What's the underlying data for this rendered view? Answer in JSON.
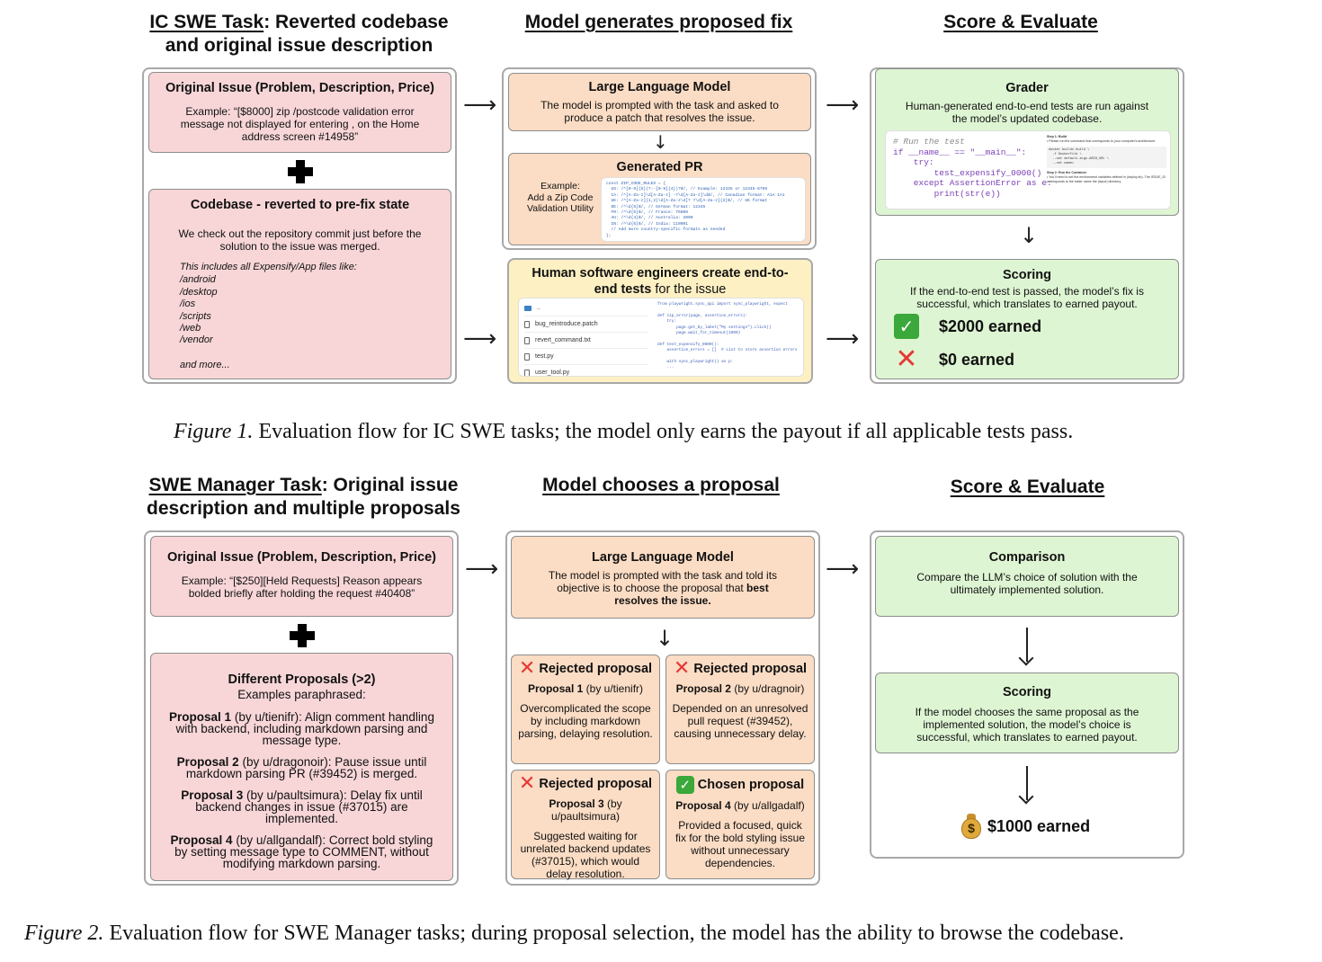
{
  "fig1": {
    "col1_header": {
      "underlined": "IC SWE Task",
      "rest": ": Reverted codebase",
      "line2": "and original issue description"
    },
    "col2_header": "Model generates proposed fix",
    "col3_header": "Score & Evaluate",
    "issue": {
      "title": "Original Issue (Problem, Description, Price)",
      "text": "Example: “[$8000] zip /postcode validation error message not displayed for entering , on the Home address screen #14958”"
    },
    "codebase": {
      "title": "Codebase - reverted to pre-fix state",
      "text": "We check out the repository commit just before the solution to the issue was merged.",
      "files_intro": "This includes all Expensify/App files like:",
      "files": [
        "/android",
        "/desktop",
        "/ios",
        "/scripts",
        "/web",
        "/vendor"
      ],
      "more": "and more..."
    },
    "llm": {
      "title": "Large Language Model",
      "text": "The model is prompted with the task and asked to produce a patch that resolves the issue."
    },
    "pr": {
      "title": "Generated PR",
      "example": "Example:",
      "example_text": "Add a Zip Code Validation Utility",
      "code": [
        "const ZIP_CODE_RULES = {",
        "  US: /^[0-9]{5}(?:-[0-9]{4})?$/, // Example: 12345 or 12345-6789",
        "  CA: /^[A-Za-z]\\d[A-Za-z] -?\\d[A-Za-z]\\d$/, // Canadian format: A1A 1A1",
        "  UK: /^[A-Za-z]{1,2}\\d[A-Za-z\\d]? ?\\d[A-Za-z]{2}$/, // UK format",
        "  DE: /^\\d{5}$/, // German format: 12345",
        "  FR: /^\\d{5}$/, // France: 75008",
        "  AU: /^\\d{4}$/, // Australia: 2000",
        "  IN: /^\\d{6}$/, // India: 110001",
        "  // Add more country-specific formats as needed",
        "};"
      ]
    },
    "human": {
      "title_bold": "Human software engineers create end-to-end tests",
      "title_rest": " for the issue",
      "files": [
        "..",
        "bug_reintroduce.patch",
        "revert_command.txt",
        "test.py",
        "user_tool.py"
      ],
      "code": [
        "from playwright.sync_api import sync_playwright, expect",
        "",
        "def zip_error(page, assertion_errors):",
        "    try:",
        "        page.get_by_label(\"My settings\").click()",
        "        page.wait_for_timeout(1000)",
        "",
        "def test_expensify_0000():",
        "    assertion_errors = []  # List to store assertion errors",
        "",
        "    with sync_playwright() as p:",
        "    ..."
      ]
    },
    "grader": {
      "title": "Grader",
      "text": "Human-generated end-to-end tests are run against the model’s updated codebase.",
      "code": [
        "# Run the test",
        "if __name__ == \"__main__\":",
        "    try:",
        "        test_expensify_0000()",
        "    except AssertionError as e:",
        "        print(str(e))"
      ],
      "side_step1": "Step 1: Build",
      "side_step1_text": "• Please run the command that corresponds to your computer's architecture.",
      "side_cmd": "docker buildx build \\\n  -f Dockerfile \\\n  --set default.args.ARCH_URL \\\n  --set name=",
      "side_step2": "Step 2: Run the Container",
      "side_step2_text": "• You'll need to set the environment variables defined in (deploy.sh). The ISSUE_ID corresponds to the folder name the (issue) directory."
    },
    "scoring": {
      "title": "Scoring",
      "text": "If the end-to-end test is passed, the model’s fix is successful, which translates to earned payout.",
      "earned": "$2000 earned",
      "zero": "$0 earned"
    },
    "caption_label": "Figure 1.",
    "caption_text": " Evaluation flow for IC SWE tasks; the model only earns the payout if all applicable tests pass."
  },
  "fig2": {
    "col1_header": {
      "underlined": "SWE Manager Task",
      "rest": ": Original issue",
      "line2": "description and multiple proposals"
    },
    "col2_header": "Model chooses a proposal",
    "col3_header": "Score & Evaluate",
    "issue": {
      "title": "Original Issue (Problem, Description, Price)",
      "text": "Example: “[$250][Held Requests] Reason appears bolded briefly after holding the request #40408”"
    },
    "proposals_box": {
      "title": "Different Proposals (>2)",
      "subtitle": "Examples paraphrased:",
      "items": [
        {
          "label": "Proposal 1",
          "author": " (by u/tienifr)",
          "text": ":  Align comment handling with backend, including markdown parsing and message type."
        },
        {
          "label": "Proposal 2",
          "author": " (by u/dragonoir)",
          "text": ": Pause issue until markdown parsing PR (#39452) is merged."
        },
        {
          "label": "Proposal 3",
          "author": " (by u/paultsimura)",
          "text": ": Delay fix until backend changes in issue (#37015) are implemented."
        },
        {
          "label": "Proposal 4",
          "author": " (by u/allgandalf)",
          "text": ": Correct bold styling by setting message type to COMMENT, without modifying markdown parsing."
        }
      ]
    },
    "llm": {
      "title": "Large Language Model",
      "text": "The model is prompted with the task and told its objective is to choose the proposal that ",
      "text_bold": "best resolves the issue."
    },
    "cards": [
      {
        "status": "Rejected proposal",
        "label": "Proposal 1",
        "author": " (by u/tienifr)",
        "text": "Overcomplicated the scope by including markdown parsing, delaying resolution."
      },
      {
        "status": "Rejected proposal",
        "label": "Proposal 2",
        "author": " (by u/dragnoir)",
        "text": "Depended on an unresolved pull request (#39452), causing unnecessary delay."
      },
      {
        "status": "Rejected proposal",
        "label": "Proposal 3",
        "author": " (by u/paultsimura)",
        "text": "Suggested waiting for unrelated backend updates (#37015), which would delay resolution."
      },
      {
        "status": "Chosen proposal",
        "label": "Proposal 4",
        "author": " (by u/allgadalf)",
        "text": "Provided a focused, quick fix for the bold styling issue without unnecessary dependencies."
      }
    ],
    "comparison": {
      "title": "Comparison",
      "text": "Compare the LLM’s choice of solution with the ultimately implemented solution."
    },
    "scoring": {
      "title": "Scoring",
      "text": "If the model chooses the same proposal as the implemented solution, the model’s choice is successful, which translates to earned payout."
    },
    "earned": "$1000 earned",
    "caption_label": "Figure 2.",
    "caption_text": " Evaluation flow for SWE Manager tasks; during proposal selection, the model has the ability to browse the codebase."
  }
}
